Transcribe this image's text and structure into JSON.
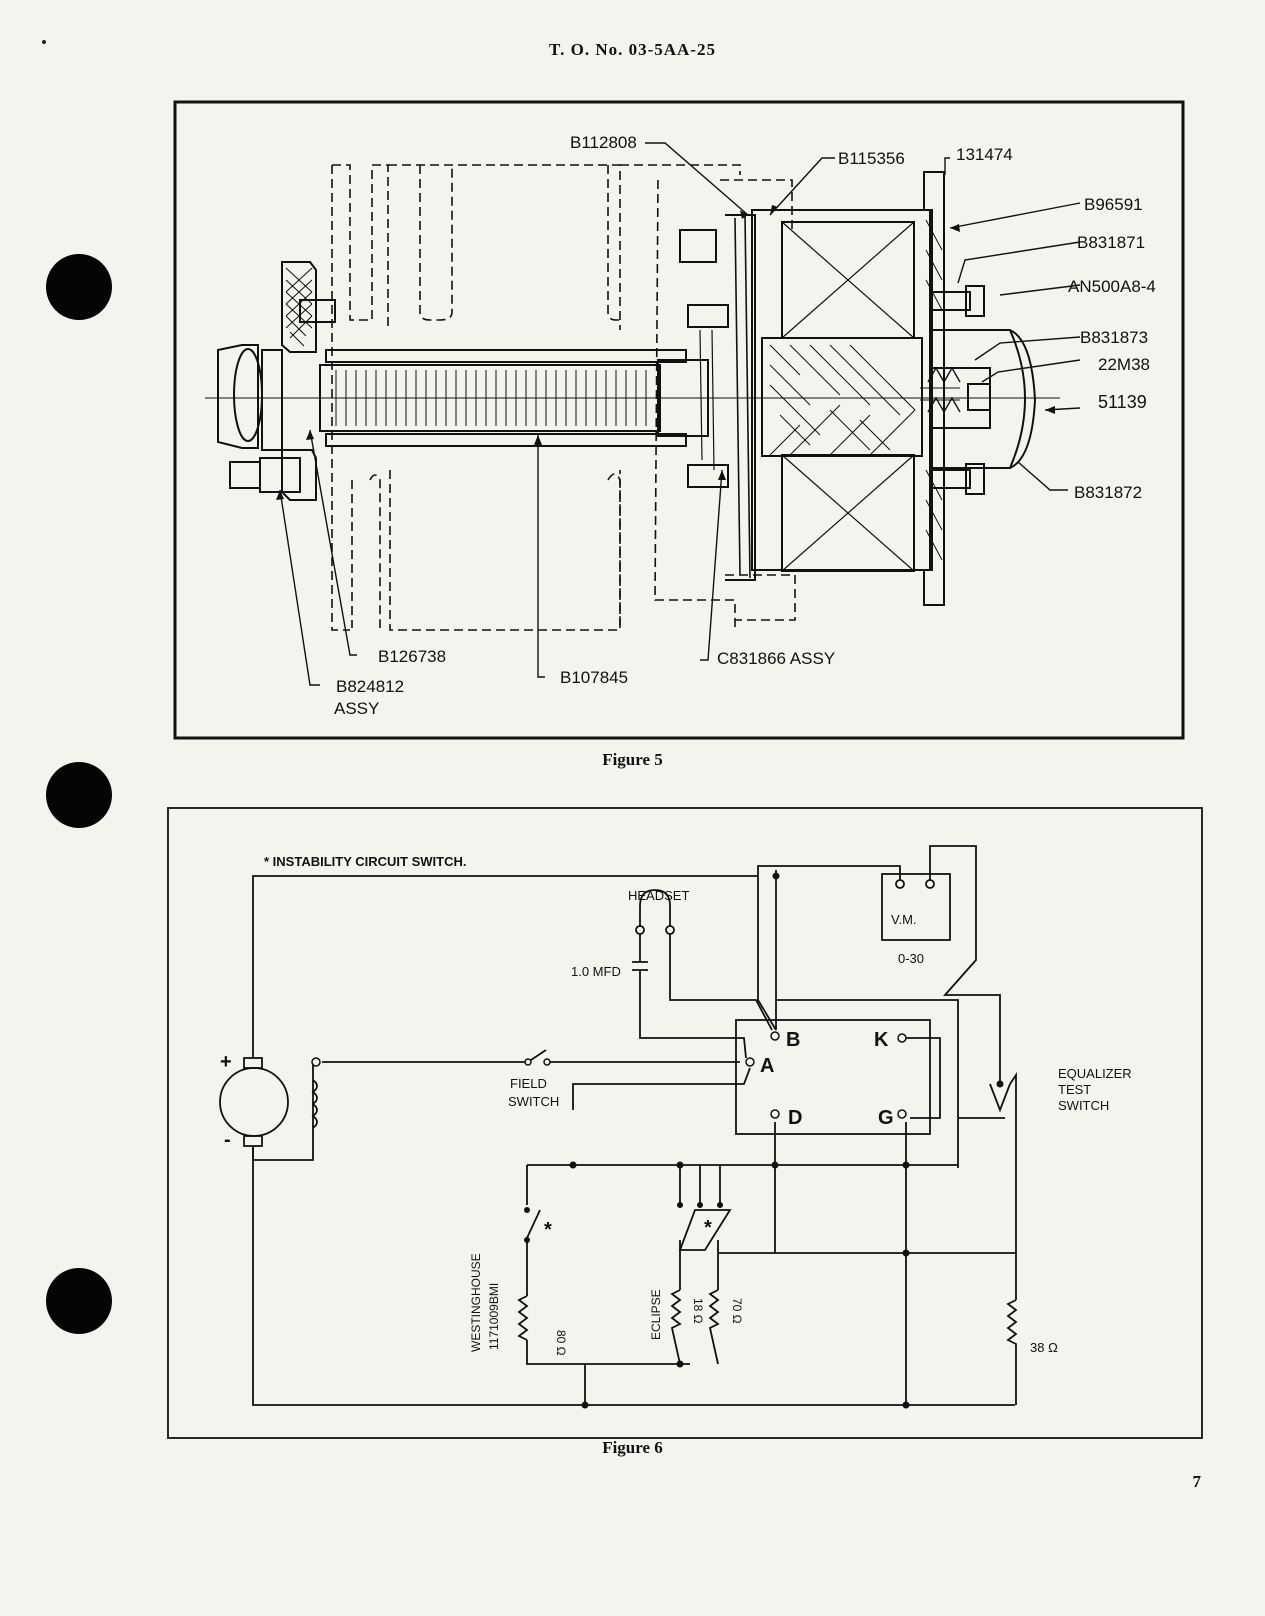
{
  "header": "T. O. No. 03-5AA-25",
  "figure5": {
    "caption": "Figure 5",
    "labels": {
      "b112808": "B112808",
      "b115356": "B115356",
      "p131474": "131474",
      "b96591": "B96591",
      "b831871": "B831871",
      "an500": "AN500A8-4",
      "b831873": "B831873",
      "p22m38": "22M38",
      "p51139": "51139",
      "b831872": "B831872",
      "c831866": "C831866 ASSY",
      "b107845": "B107845",
      "b126738": "B126738",
      "b824812": "B824812",
      "assy": "ASSY"
    }
  },
  "figure6": {
    "caption": "Figure 6",
    "labels": {
      "instability": "* INSTABILITY CIRCUIT SWITCH.",
      "headset": "HEADSET",
      "vm": "V.M.",
      "vm_range": "0-30",
      "cap": "1.0 MFD",
      "term_b": "B",
      "term_a": "A",
      "term_d": "D",
      "term_k": "K",
      "term_g": "G",
      "field1": "FIELD",
      "field2": "SWITCH",
      "eq1": "EQUALIZER",
      "eq2": "TEST",
      "eq3": "SWITCH",
      "plus": "+",
      "minus": "-",
      "westinghouse": "WESTINGHOUSE",
      "westinghouse_no": "1171009BMI",
      "r80": "80 Ω",
      "eclipse": "ECLIPSE",
      "r18": "18 Ω",
      "r70": "70 Ω",
      "r38": "38 Ω",
      "star1": "*",
      "star2": "*"
    }
  },
  "page_number": "7"
}
